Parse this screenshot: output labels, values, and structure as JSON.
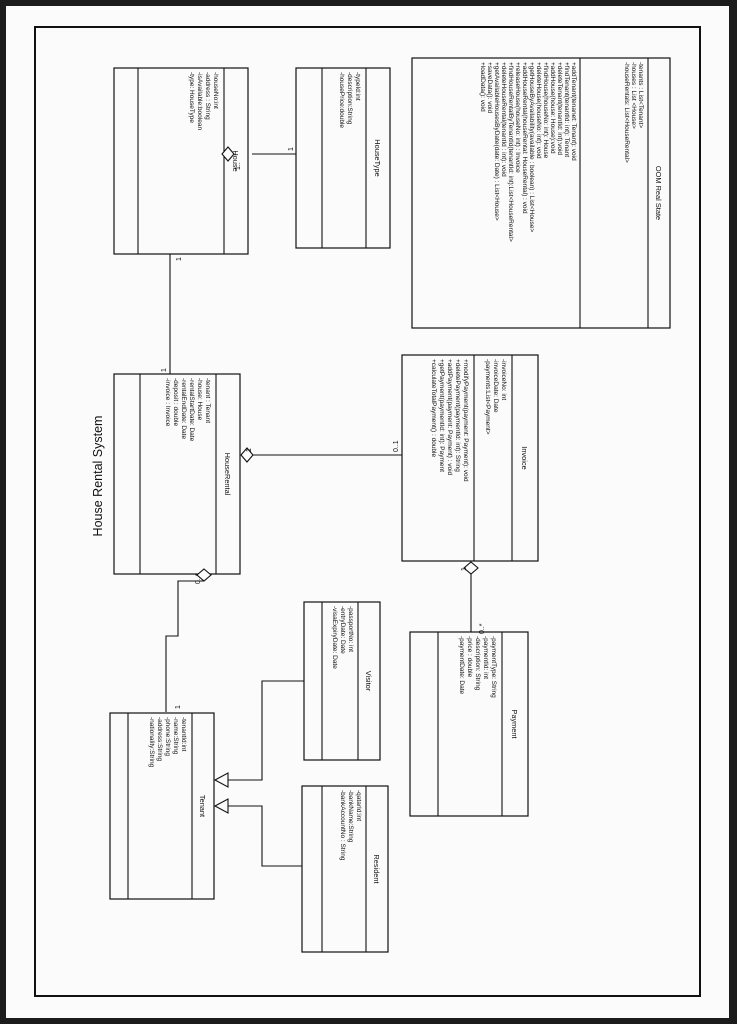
{
  "diagram": {
    "title": "House Rental System",
    "classes": {
      "house": {
        "name": "House",
        "attributes": [
          "-houseNo:int",
          "-address : String",
          "-isAvailable:boolean",
          "-type: HouseType"
        ],
        "methods": []
      },
      "house_type": {
        "name": "HouseType",
        "attributes": [
          "-typeId:int",
          "-description:String",
          "-housePrice:double"
        ],
        "methods": []
      },
      "oom": {
        "name": "OOM Real State",
        "attributes": [
          "-tenants : List<Tenant>",
          "-houses : List <House>",
          "-houseRentals: List<HouseRental>"
        ],
        "methods": [
          "+addTenant(tenanet: Tenant): void",
          "+findTenant(tenantId: int): Tenant",
          "+deleteTenant(tenantId: int):void",
          "+addHouse(house: House):void",
          "+findHouse(houseNo: int): House",
          "+deleteHouse(houseNo: int): void",
          "+getHouseByAvailability(available : boolean) : List<House>",
          "+addHouseRental(houseRental: HouseRental) : void",
          "+releaseHouse(houseNo: int) : Invoice",
          "+findHouseRentalByTenantId(tenantId: int):List<HouseRental>",
          "+deleteHouseRental(tenantId : int): void",
          "+getAvailableHousesByDate(date: Date) : List<House>",
          "+saveData(): void",
          "+loadData(): void"
        ]
      },
      "house_rental": {
        "name": "HouseRental",
        "attributes": [
          "-tenant : Tenant",
          "-house: House",
          "-rentalStartDate: Date",
          "-rentalEndDate: Date",
          "-deposit : double",
          "-invoice : Invoice"
        ],
        "methods": []
      },
      "invoice": {
        "name": "Invoice",
        "attributes": [
          "-invoiceNo: int",
          "-invoiceDate: Date",
          "-payments:List<Payment>"
        ],
        "methods": [
          "+modifyPayment(payment: Payment): void",
          "+deletePayment(paymentId: int): String",
          "+addPayment(payment: Payment) : void",
          "+getPayment(paymentId: int): Payment",
          "+calculateTotalPayment() : double"
        ]
      },
      "visitor": {
        "name": "Visitor",
        "attributes": [
          "-passportNo: int",
          "-entryDate: Date",
          "-visaExpiryDate: Date"
        ],
        "methods": []
      },
      "tenant": {
        "name": "Tenant",
        "attributes": [
          "-tenantId:int",
          "-name:String",
          "-phone:String",
          "-address:String",
          "-nationality:String"
        ],
        "methods": []
      },
      "resident": {
        "name": "Resident",
        "attributes": [
          "-qatarId:int",
          "-bankName:String",
          "-bankAccountNo : String"
        ],
        "methods": []
      },
      "payment": {
        "name": "Payment",
        "attributes": [
          "-paymentType: String",
          "-paymentId: int",
          "-description: String",
          "-price : double",
          "-paymentDate: Date"
        ],
        "methods": []
      }
    },
    "multiplicities": {
      "house_type_near_house": "1..",
      "house_type_near_type": "1",
      "house_near_rental": "1",
      "rental_near_house": "1",
      "rental_near_invoice": "1",
      "invoice_near_rental": "0..1",
      "rental_near_tenant": "0..*",
      "tenant_near_rental": "1",
      "invoice_near_payment": "1",
      "payment_near_invoice": "0..*"
    }
  }
}
